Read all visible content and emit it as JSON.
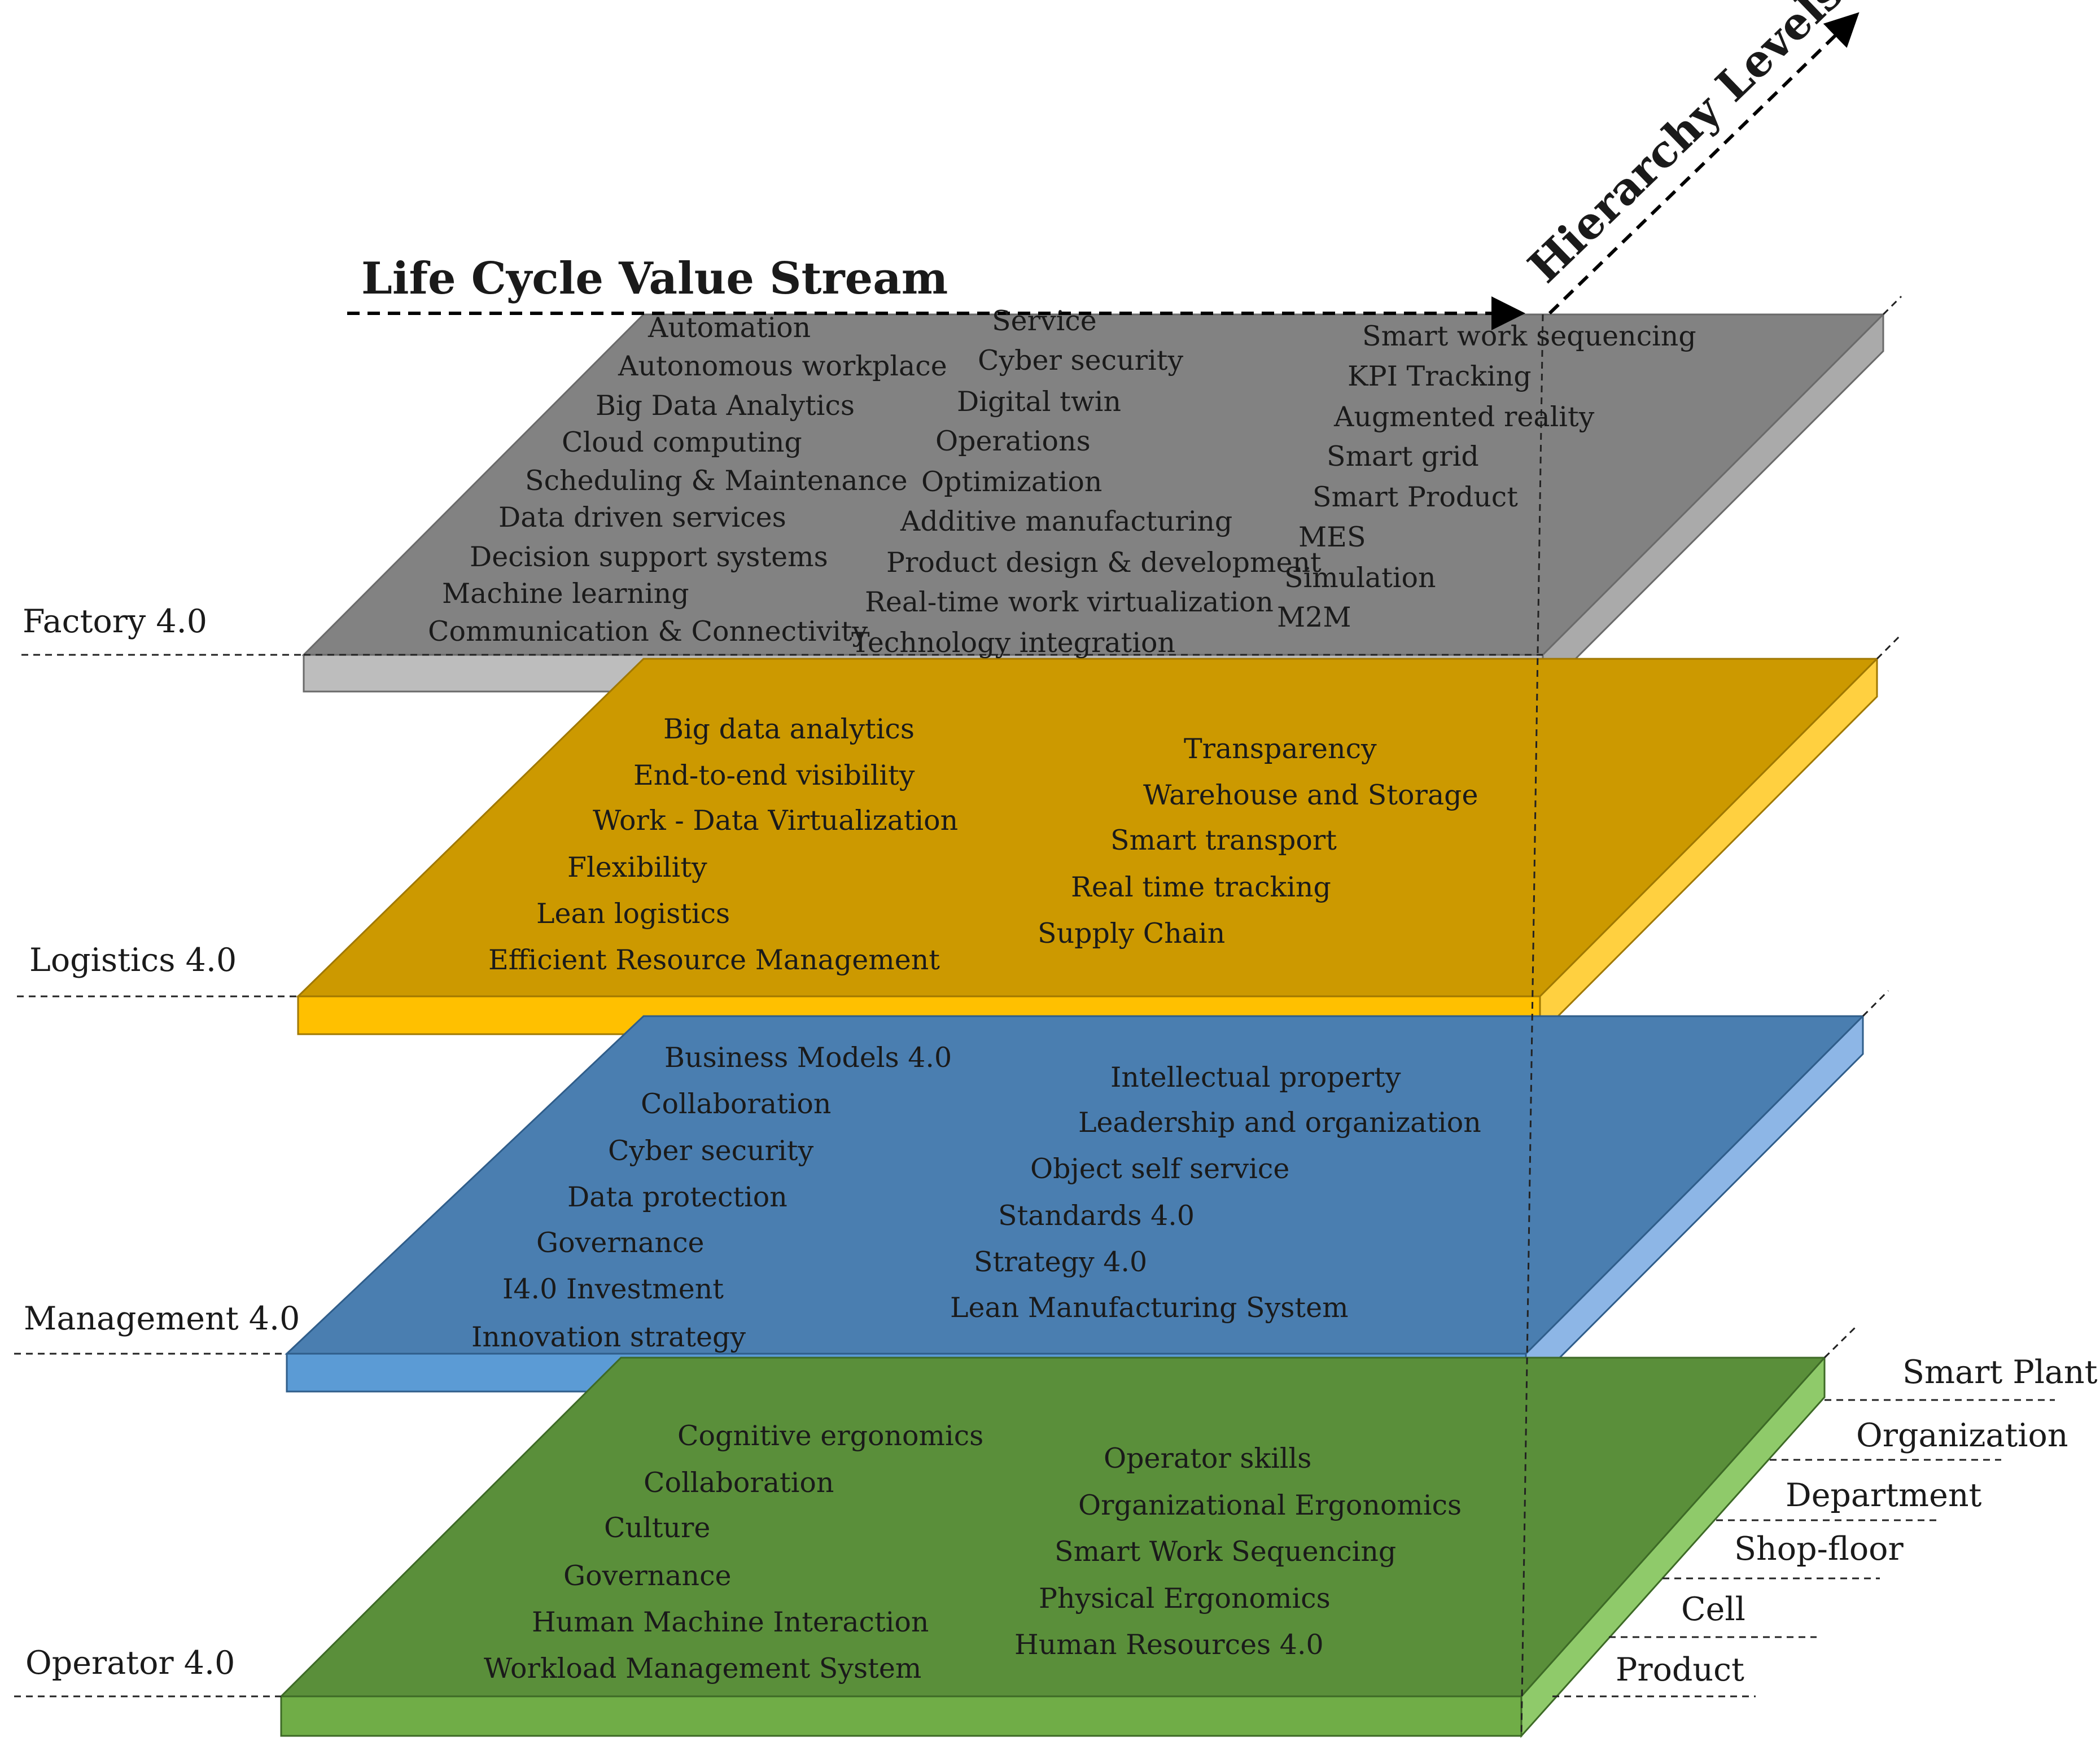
{
  "header": {
    "life_cycle": "Life Cycle Value Stream",
    "hierarchy": "Hierarchy Levels"
  },
  "colors": {
    "factory": "#828282",
    "logistics": "#cc9900",
    "management": "#4a7eb0",
    "operator": "#5a8f3a"
  },
  "layers": [
    {
      "label": "Factory 4.0",
      "left": [
        "Automation",
        "Autonomous workplace",
        "Big Data Analytics",
        "Cloud computing",
        "Scheduling & Maintenance",
        "Data driven services",
        "Decision support systems",
        "Machine learning",
        "Communication & Connectivity"
      ],
      "middle": [
        "Service",
        "Cyber security",
        "Digital twin",
        "Operations",
        "Optimization",
        "Additive manufacturing",
        "Product design & development",
        "Real-time work virtualization",
        "Technology integration"
      ],
      "right": [
        "Smart work sequencing",
        "KPI Tracking",
        "Augmented reality",
        "Smart grid",
        "Smart Product",
        "MES",
        "Simulation",
        "M2M"
      ]
    },
    {
      "label": "Logistics 4.0",
      "left": [
        "Big data analytics",
        "End-to-end visibility",
        "Work - Data Virtualization",
        "Flexibility",
        "Lean logistics",
        "Efficient Resource Management"
      ],
      "right": [
        "Transparency",
        "Warehouse and Storage",
        "Smart transport",
        "Real time tracking",
        "Supply Chain"
      ]
    },
    {
      "label": "Management 4.0",
      "left": [
        "Business Models 4.0",
        "Collaboration",
        "Cyber security",
        "Data protection",
        "Governance",
        "I4.0 Investment",
        "Innovation strategy"
      ],
      "right": [
        "Intellectual property",
        "Leadership and organization",
        "Object self service",
        "Standards 4.0",
        "Strategy 4.0",
        "Lean Manufacturing System"
      ]
    },
    {
      "label": "Operator 4.0",
      "left": [
        "Cognitive ergonomics",
        "Collaboration",
        "Culture",
        "Governance",
        "Human Machine Interaction",
        "Workload Management System"
      ],
      "right": [
        "Operator skills",
        "Organizational Ergonomics",
        "Smart Work Sequencing",
        "Physical Ergonomics",
        "Human Resources 4.0"
      ]
    }
  ],
  "hierarchy_levels": [
    "Smart Plant",
    "Organization",
    "Department",
    "Shop-floor",
    "Cell",
    "Product"
  ]
}
